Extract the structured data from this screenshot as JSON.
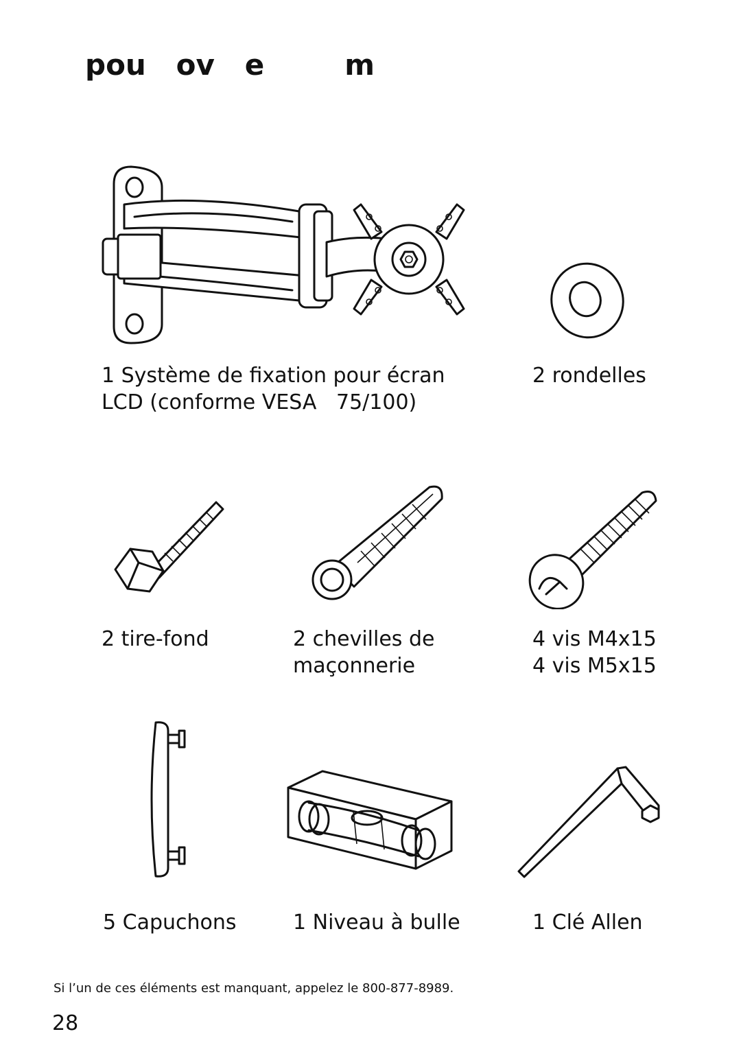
{
  "page": {
    "heading": "pou   ov   e        m",
    "footnote": "Si l’un de ces éléments est manquant, appelez le 800-877-8989.",
    "page_number": "28"
  },
  "items": {
    "mount": {
      "line1": "1 Système de fixation pour écran",
      "line2": "LCD (conforme VESA   75/100)"
    },
    "washers": {
      "label": "2 rondelles"
    },
    "lag_bolts": {
      "label": "2 tire-fond"
    },
    "anchors": {
      "line1": "2 chevilles de",
      "line2": "maçonnerie"
    },
    "screws": {
      "line1": "4 vis M4x15",
      "line2": "4 vis M5x15"
    },
    "caps": {
      "label": "5 Capuchons"
    },
    "level": {
      "label": "1 Niveau à bulle"
    },
    "allen_key": {
      "label": "1 Clé Allen"
    }
  }
}
